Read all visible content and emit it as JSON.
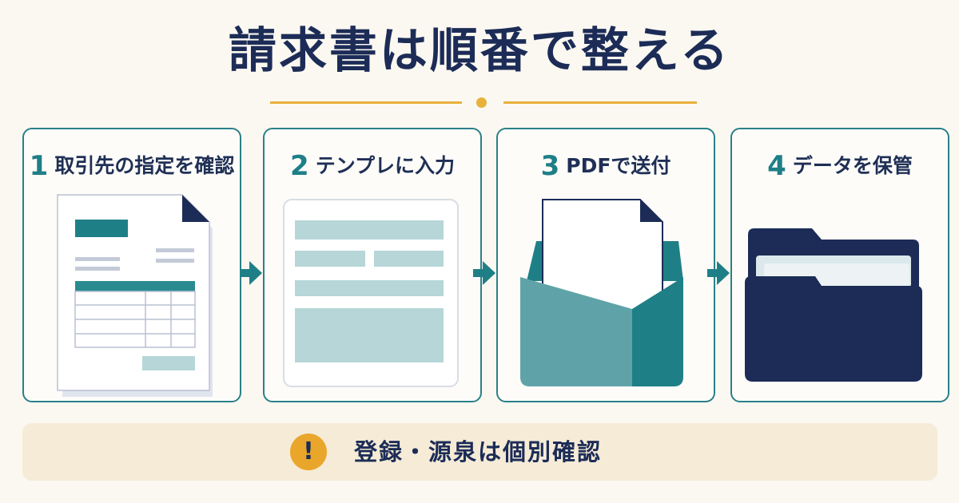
{
  "title": "請求書は順番で整える",
  "colors": {
    "navy": "#1c2c57",
    "teal": "#1f7f87",
    "accent_gold": "#e8b13b",
    "background": "#fbf8f1"
  },
  "steps": [
    {
      "number": "1",
      "label": "取引先の指定を確認",
      "icon": "invoice-document-icon"
    },
    {
      "number": "2",
      "label": "テンプレに入力",
      "icon": "template-form-icon"
    },
    {
      "number": "3",
      "label": "PDFで送付",
      "icon": "envelope-letter-icon"
    },
    {
      "number": "4",
      "label": "データを保管",
      "icon": "folder-icon"
    }
  ],
  "note": {
    "icon": "warning-icon",
    "symbol": "!",
    "text": "登録・源泉は個別確認"
  }
}
